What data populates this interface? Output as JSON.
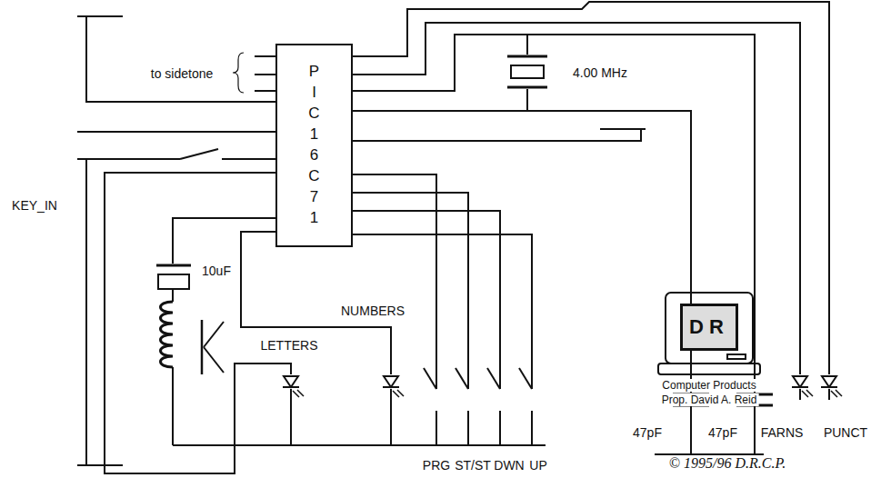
{
  "diagram": {
    "nodes": [
      {
        "text": [
          "P I C 1 6 C 7 1"
        ]
      },
      {
        "text": [
          "DR"
        ]
      }
    ],
    "labels": [
      "to sidetone",
      "4.00 MHz",
      "47pF",
      "47pF",
      "KEY_IN",
      "10uF",
      "FARNS",
      "PUNCT",
      "NUMBERS",
      "LETTERS",
      "PRG",
      "ST/ST",
      "DWN",
      "UP",
      "Computer Products",
      "Prop. David A. Reid",
      "© 1995/96 D.R.C.P."
    ]
  }
}
